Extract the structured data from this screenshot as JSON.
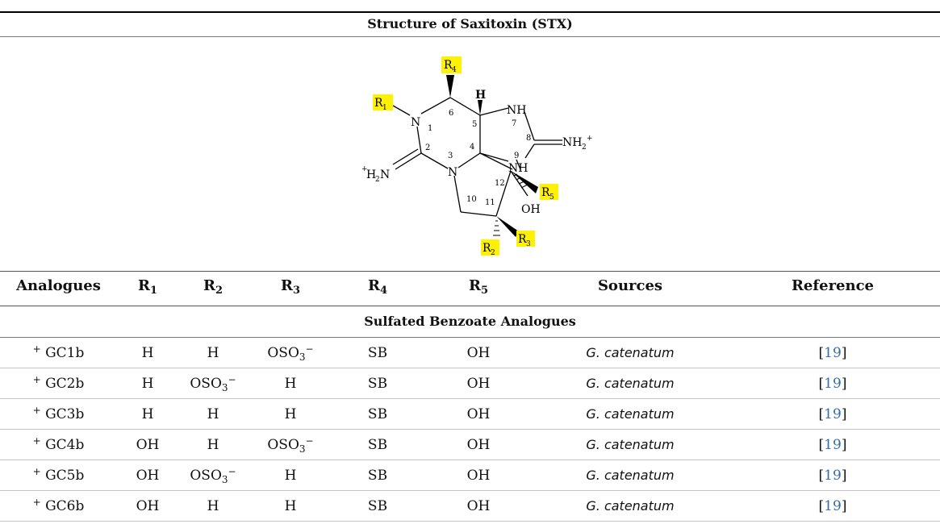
{
  "table_title": "Structure of Saxitoxin (STX)",
  "structure": {
    "labels": {
      "r1": "R",
      "r1_sub": "1",
      "r2": "R",
      "r2_sub": "2",
      "r3": "R",
      "r3_sub": "3",
      "r4": "R",
      "r4_sub": "4",
      "r5": "R",
      "r5_sub": "5",
      "h": "H",
      "n1": "N",
      "n3": "N",
      "nh7": "NH",
      "nh9": "NH",
      "nh2_right": "NH",
      "nh2_right_sub": "2",
      "nh2_right_sup": "+",
      "h2n_left_sup": "+",
      "h2n_left": "H",
      "h2n_left_sub": "2",
      "h2n_left_n": "N",
      "oh": "OH",
      "num1": "1",
      "num2": "2",
      "num3": "3",
      "num4": "4",
      "num5": "5",
      "num6": "6",
      "num7": "7",
      "num8": "8",
      "num9": "9",
      "num10": "10",
      "num11": "11",
      "num12": "12"
    },
    "highlight_color": "#fff200"
  },
  "columns": [
    {
      "main": "Analogues",
      "sub": ""
    },
    {
      "main": "R",
      "sub": "1"
    },
    {
      "main": "R",
      "sub": "2"
    },
    {
      "main": "R",
      "sub": "3"
    },
    {
      "main": "R",
      "sub": "4"
    },
    {
      "main": "R",
      "sub": "5"
    },
    {
      "main": "Sources",
      "sub": ""
    },
    {
      "main": "Reference",
      "sub": ""
    }
  ],
  "section_title": "Sulfated Benzoate Analogues",
  "rows": [
    {
      "prefix": "+",
      "analogue": "GC1b",
      "r1": "H",
      "r2": "H",
      "r3": "OSO3−",
      "r4": "SB",
      "r5": "OH",
      "source": "G. catenatum",
      "ref": "19"
    },
    {
      "prefix": "+",
      "analogue": "GC2b",
      "r1": "H",
      "r2": "OSO3−",
      "r3": "H",
      "r4": "SB",
      "r5": "OH",
      "source": "G. catenatum",
      "ref": "19"
    },
    {
      "prefix": "+",
      "analogue": "GC3b",
      "r1": "H",
      "r2": "H",
      "r3": "H",
      "r4": "SB",
      "r5": "OH",
      "source": "G. catenatum",
      "ref": "19"
    },
    {
      "prefix": "+",
      "analogue": "GC4b",
      "r1": "OH",
      "r2": "H",
      "r3": "OSO3−",
      "r4": "SB",
      "r5": "OH",
      "source": "G. catenatum",
      "ref": "19"
    },
    {
      "prefix": "+",
      "analogue": "GC5b",
      "r1": "OH",
      "r2": "OSO3−",
      "r3": "H",
      "r4": "SB",
      "r5": "OH",
      "source": "G. catenatum",
      "ref": "19"
    },
    {
      "prefix": "+",
      "analogue": "GC6b",
      "r1": "OH",
      "r2": "H",
      "r3": "H",
      "r4": "SB",
      "r5": "OH",
      "source": "G. catenatum",
      "ref": "19"
    }
  ],
  "colors": {
    "link": "#2f6db5",
    "rule": "#000000",
    "row_divider": "#c4c4c4"
  }
}
